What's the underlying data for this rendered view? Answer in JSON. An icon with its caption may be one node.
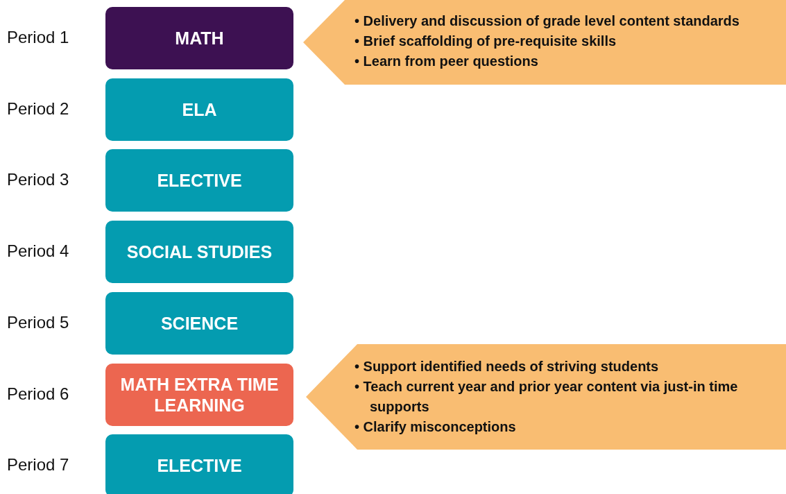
{
  "diagram": {
    "nodes": [
      {
        "text": [
          "MATH"
        ],
        "beside": [
          "Period 1"
        ]
      },
      {
        "text": [
          "ELA"
        ],
        "beside": [
          "Period 2"
        ]
      },
      {
        "text": [
          "ELECTIVE"
        ],
        "beside": [
          "Period 3"
        ]
      },
      {
        "text": [
          "SOCIAL STUDIES"
        ],
        "beside": [
          "Period 4"
        ]
      },
      {
        "text": [
          "SCIENCE"
        ],
        "beside": [
          "Period 5"
        ]
      },
      {
        "text": [
          "MATH EXTRA TIME LEARNING"
        ],
        "beside": [
          "Period 6"
        ]
      },
      {
        "text": [
          "ELECTIVE"
        ],
        "beside": [
          "Period 7"
        ]
      },
      {
        "text": [
          "• Delivery and discussion of grade level content standards",
          "• Brief scaffolding of pre-requisite skills",
          "• Learn from peer questions"
        ]
      },
      {
        "text": [
          "• Support identified needs of striving students",
          "• Teach current year and prior year content via just-in time supports",
          "• Clarify misconceptions"
        ]
      }
    ]
  }
}
